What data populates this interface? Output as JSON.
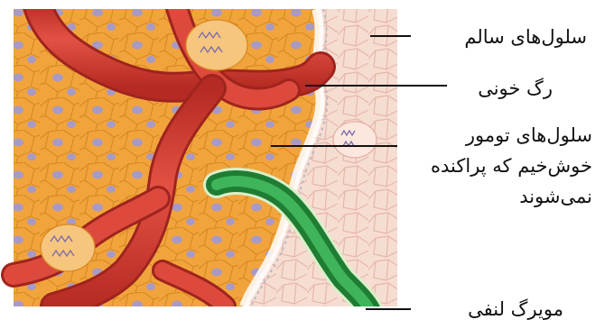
{
  "labels": {
    "healthy_cells": "سلول‌های سالم",
    "blood_vessel": "رگ خونی",
    "tumor_cells": "سلول‌های تومور خوش‌خیم که پراکنده نمی‌شوند",
    "lymph_capillary": "مویرگ لنفی"
  },
  "colors": {
    "tumor_tissue": "#f2a43c",
    "healthy_tissue": "#f6ddd2",
    "blood_vessel": "#d63a2f",
    "lymph_capillary": "#2f9a43",
    "nucleus": "#a89ac3"
  }
}
